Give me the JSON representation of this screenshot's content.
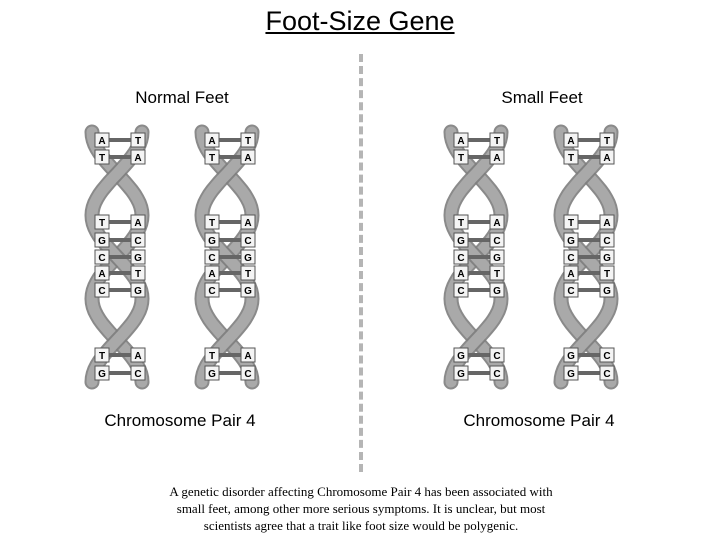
{
  "title": "Foot-Size Gene",
  "left": {
    "heading": "Normal Feet",
    "caption": "Chromosome Pair 4",
    "helices": [
      {
        "pairs": [
          [
            "A",
            "T"
          ],
          [
            "T",
            "A"
          ],
          [
            "T",
            "A"
          ],
          [
            "G",
            "C"
          ],
          [
            "C",
            "G"
          ],
          [
            "A",
            "T"
          ],
          [
            "C",
            "G"
          ],
          [
            "T",
            "A"
          ],
          [
            "G",
            "C"
          ]
        ]
      },
      {
        "pairs": [
          [
            "A",
            "T"
          ],
          [
            "T",
            "A"
          ],
          [
            "T",
            "A"
          ],
          [
            "G",
            "C"
          ],
          [
            "C",
            "G"
          ],
          [
            "A",
            "T"
          ],
          [
            "C",
            "G"
          ],
          [
            "T",
            "A"
          ],
          [
            "G",
            "C"
          ]
        ]
      }
    ]
  },
  "right": {
    "heading": "Small Feet",
    "caption": "Chromosome Pair 4",
    "helices": [
      {
        "pairs": [
          [
            "A",
            "T"
          ],
          [
            "T",
            "A"
          ],
          [
            "T",
            "A"
          ],
          [
            "G",
            "C"
          ],
          [
            "C",
            "G"
          ],
          [
            "A",
            "T"
          ],
          [
            "C",
            "G"
          ],
          [
            "G",
            "C"
          ],
          [
            "G",
            "C"
          ]
        ]
      },
      {
        "pairs": [
          [
            "A",
            "T"
          ],
          [
            "T",
            "A"
          ],
          [
            "T",
            "A"
          ],
          [
            "G",
            "C"
          ],
          [
            "C",
            "G"
          ],
          [
            "A",
            "T"
          ],
          [
            "C",
            "G"
          ],
          [
            "G",
            "C"
          ],
          [
            "G",
            "C"
          ]
        ]
      }
    ]
  },
  "note": "A genetic disorder affecting Chromosome Pair 4 has been associated with small feet, among other more serious symptoms. It is unclear, but most scientists agree that a trait like foot size would be polygenic.",
  "colors": {
    "strand": "#a9a9a9",
    "strand_dark": "#7d7d7d",
    "box_border": "#555555",
    "divider": "#b5b5b5"
  }
}
